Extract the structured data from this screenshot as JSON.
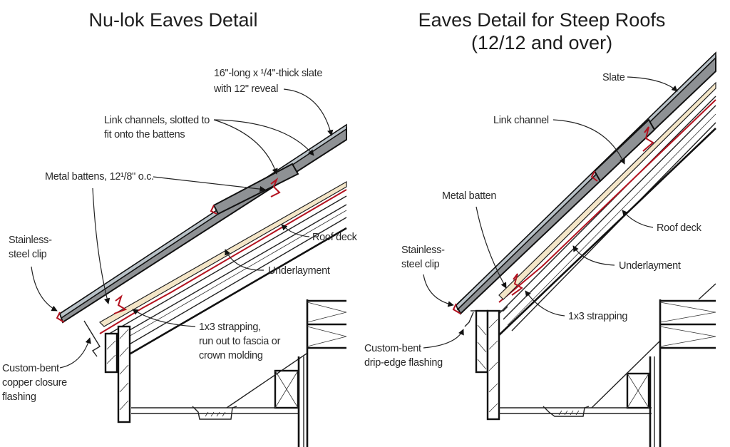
{
  "left_diagram": {
    "title": "Nu-lok Eaves Detail",
    "labels": {
      "slate_line1": "16\"-long x ¹/4\"-thick slate",
      "slate_line2": "with  12\" reveal",
      "link_line1": "Link channels, slotted to",
      "link_line2": "fit onto the battens",
      "battens": "Metal battens, 12¹/8\" o.c.",
      "clip_line1": "Stainless-",
      "clip_line2": "steel clip",
      "roof_deck": "Roof deck",
      "underlayment": "Underlayment",
      "strap_line1": "1x3 strapping,",
      "strap_line2": "run out to fascia or",
      "strap_line3": "crown molding",
      "flash_line1": "Custom-bent",
      "flash_line2": "copper closure",
      "flash_line3": "flashing"
    }
  },
  "right_diagram": {
    "title_line1": "Eaves Detail for Steep Roofs",
    "title_line2": "(12/12 and over)",
    "labels": {
      "slate": "Slate",
      "link": "Link channel",
      "batten": "Metal batten",
      "roof_deck": "Roof deck",
      "clip_line1": "Stainless-",
      "clip_line2": "steel clip",
      "underlayment": "Underlayment",
      "strap": "1x3 strapping",
      "flash_line1": "Custom-bent",
      "flash_line2": "drip-edge flashing"
    }
  },
  "colors": {
    "slate": "#8e9194",
    "slate_edge": "#b9c2c8",
    "strapping": "#f4e6c8",
    "underlayment": "#b3121f",
    "ink": "#222222"
  }
}
